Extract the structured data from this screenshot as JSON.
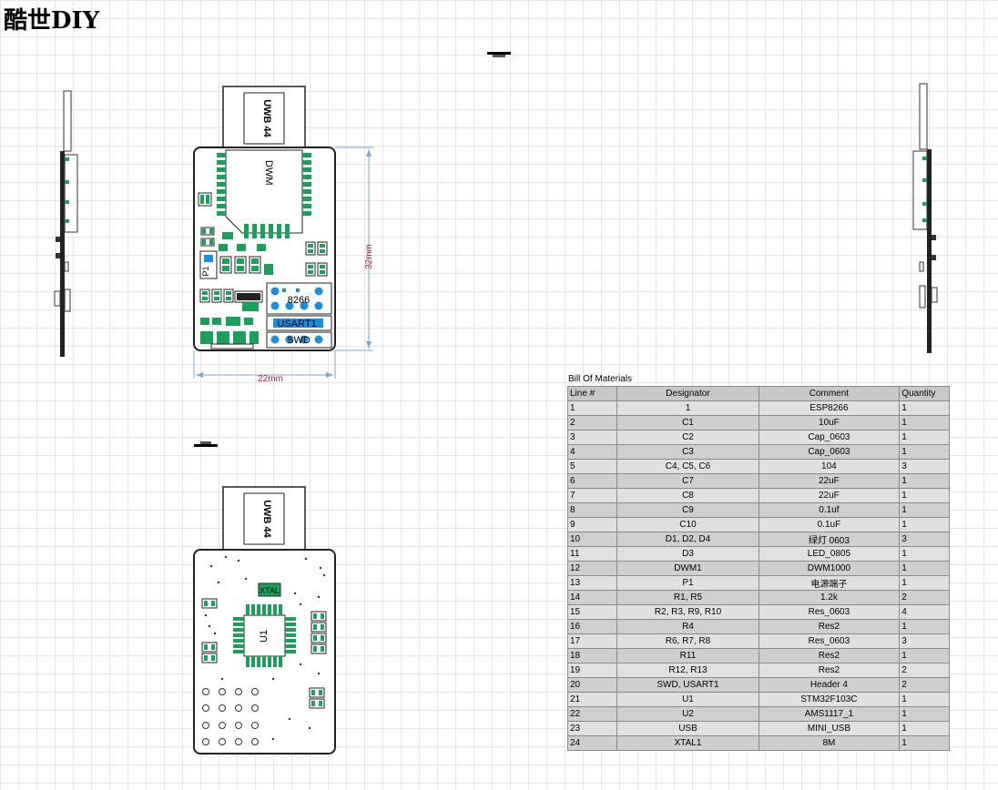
{
  "brand": "酷世DIY",
  "dimensions": {
    "height": "32mm",
    "width": "22mm"
  },
  "top_board": {
    "module_label": "DWM",
    "antenna_label": "UWB 44",
    "header_label": "8266",
    "usart_label": "USART1",
    "swd_label": "SWD",
    "p1_label": "P1"
  },
  "bottom_board": {
    "antenna_label": "UWB 44",
    "xtal_label": "XTAL",
    "u1_label": "U1"
  },
  "bom": {
    "title": "Bill Of Materials",
    "headers": [
      "Line #",
      "Designator",
      "Comment",
      "Quantity"
    ],
    "rows": [
      [
        "1",
        "1",
        "ESP8266",
        "1"
      ],
      [
        "2",
        "C1",
        "10uF",
        "1"
      ],
      [
        "3",
        "C2",
        "Cap_0603",
        "1"
      ],
      [
        "4",
        "C3",
        "Cap_0603",
        "1"
      ],
      [
        "5",
        "C4, C5, C6",
        "104",
        "3"
      ],
      [
        "6",
        "C7",
        "22uF",
        "1"
      ],
      [
        "7",
        "C8",
        "22uF",
        "1"
      ],
      [
        "8",
        "C9",
        "0.1uf",
        "1"
      ],
      [
        "9",
        "C10",
        "0.1uF",
        "1"
      ],
      [
        "10",
        "D1, D2, D4",
        "绿灯 0603",
        "3"
      ],
      [
        "11",
        "D3",
        "LED_0805",
        "1"
      ],
      [
        "12",
        "DWM1",
        "DWM1000",
        "1"
      ],
      [
        "13",
        "P1",
        "电源端子",
        "1"
      ],
      [
        "14",
        "R1, R5",
        "1.2k",
        "2"
      ],
      [
        "15",
        "R2, R3, R9, R10",
        "Res_0603",
        "4"
      ],
      [
        "16",
        "R4",
        "Res2",
        "1"
      ],
      [
        "17",
        "R6, R7, R8",
        "Res_0603",
        "3"
      ],
      [
        "18",
        "R11",
        "Res2",
        "1"
      ],
      [
        "19",
        "R12, R13",
        "Res2",
        "2"
      ],
      [
        "20",
        "SWD, USART1",
        "Header 4",
        "2"
      ],
      [
        "21",
        "U1",
        "STM32F103C",
        "1"
      ],
      [
        "22",
        "U2",
        "AMS1117_1",
        "1"
      ],
      [
        "23",
        "USB",
        "MINI_USB",
        "1"
      ],
      [
        "24",
        "XTAL1",
        "8M",
        "1"
      ]
    ]
  }
}
